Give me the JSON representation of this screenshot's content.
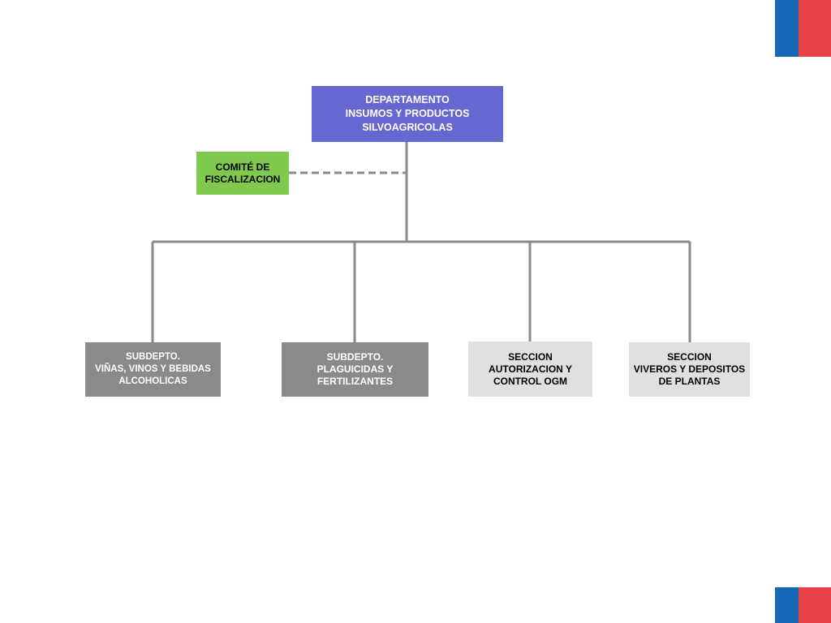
{
  "colors": {
    "department": "#6767d1",
    "committee": "#7fca4e",
    "subdepartment": "#8a8a8a",
    "section": "#e0e0e0",
    "connector": "#8a8a8a",
    "text_light": "#ffffff",
    "text_dark": "#000000",
    "flag_blue": "#1468b5",
    "flag_red": "#e8414a"
  },
  "department": {
    "lines": [
      "DEPARTAMENTO",
      "INSUMOS Y PRODUCTOS",
      "SILVOAGRICOLAS"
    ]
  },
  "committee": {
    "lines": [
      "COMITÉ DE",
      "FISCALIZACION"
    ]
  },
  "units": [
    {
      "lines": [
        "SUBDEPTO.",
        "VIÑAS, VINOS Y BEBIDAS",
        "ALCOHOLICAS"
      ]
    },
    {
      "lines": [
        "SUBDEPTO.",
        "PLAGUICIDAS Y",
        "FERTILIZANTES"
      ]
    },
    {
      "lines": [
        "SECCION",
        "AUTORIZACION Y",
        "CONTROL OGM"
      ]
    },
    {
      "lines": [
        "SECCION",
        "VIVEROS Y DEPOSITOS",
        "DE PLANTAS"
      ]
    }
  ]
}
